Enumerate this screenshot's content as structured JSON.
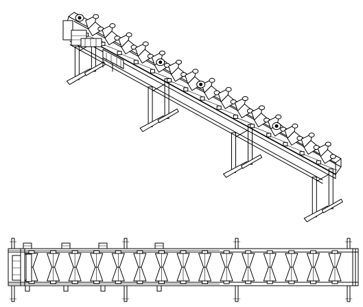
{
  "drawing": {
    "views": [
      {
        "view": "isometric",
        "rollers": 15,
        "support_stands": 4,
        "drive_motors": 4
      },
      {
        "view": "plan",
        "rollers": 15,
        "support_legs": 4,
        "drive_motors": 4
      }
    ],
    "colors": {
      "line": "#000000",
      "background": "#ffffff"
    }
  }
}
